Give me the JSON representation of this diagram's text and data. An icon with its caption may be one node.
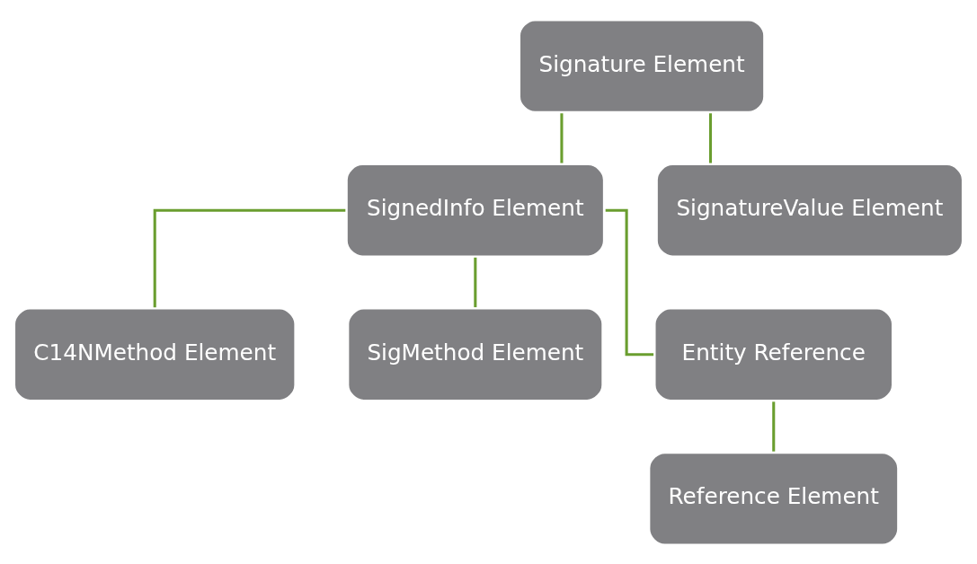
{
  "diagram": {
    "nodes": [
      {
        "text": [
          "Signature Element"
        ]
      },
      {
        "text": [
          "SignedInfo Element"
        ]
      },
      {
        "text": [
          "SignatureValue Element"
        ]
      },
      {
        "text": [
          "C14NMethod Element"
        ]
      },
      {
        "text": [
          "SigMethod Element"
        ]
      },
      {
        "text": [
          "Entity Reference"
        ]
      },
      {
        "text": [
          "Reference Element"
        ]
      }
    ],
    "edges": [
      {
        "from": 0,
        "to": 1,
        "arrow": "none"
      },
      {
        "from": 0,
        "to": 2,
        "arrow": "none"
      },
      {
        "from": 1,
        "to": 3,
        "arrow": "none"
      },
      {
        "from": 1,
        "to": 4,
        "arrow": "none"
      },
      {
        "from": 1,
        "to": 5,
        "arrow": "none"
      },
      {
        "from": 5,
        "to": 6,
        "arrow": "none"
      }
    ]
  }
}
